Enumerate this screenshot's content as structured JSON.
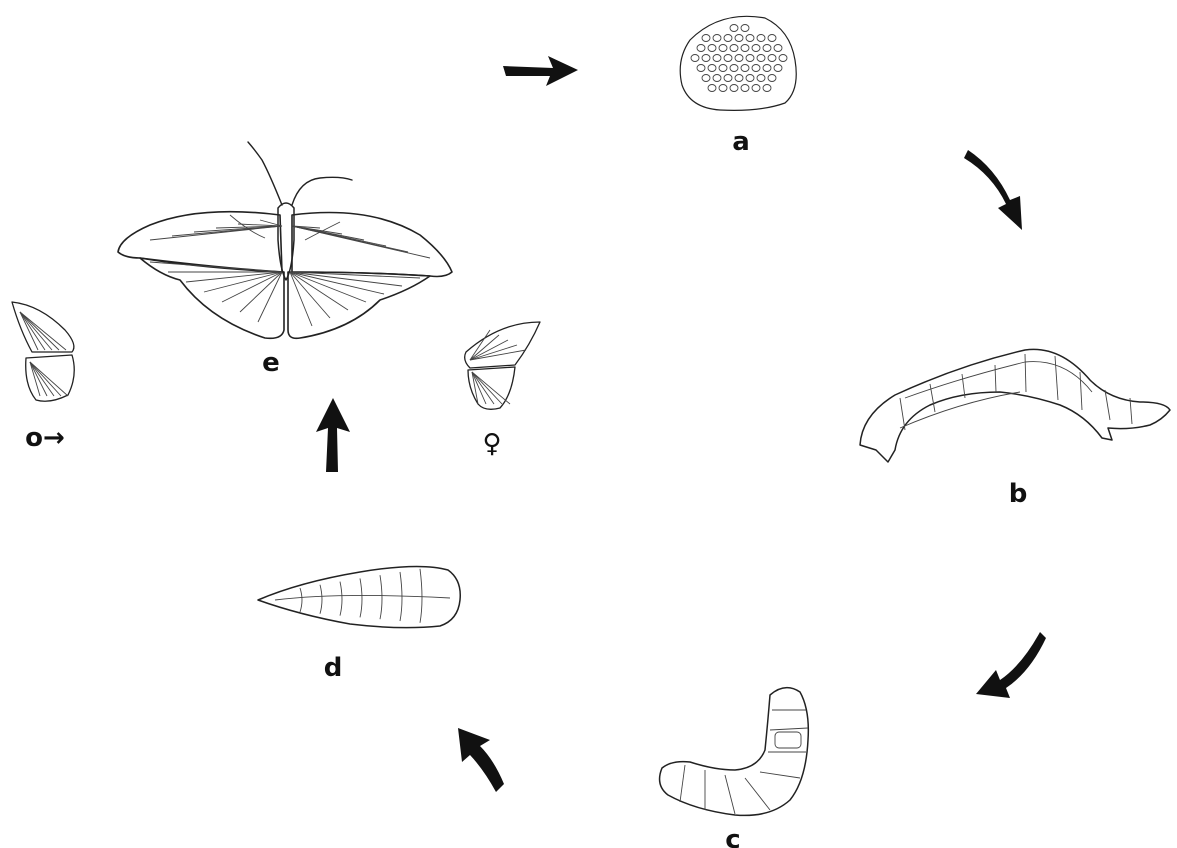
{
  "stages": {
    "egg": {
      "label": "a"
    },
    "larva": {
      "label": "b"
    },
    "larva_curled": {
      "label": "c"
    },
    "pupa": {
      "label": "d"
    },
    "adult": {
      "label": "e"
    }
  },
  "sex_symbols": {
    "male": "o→",
    "female": "♀"
  },
  "colors": {
    "ink": "#111111",
    "background": "#ffffff"
  }
}
